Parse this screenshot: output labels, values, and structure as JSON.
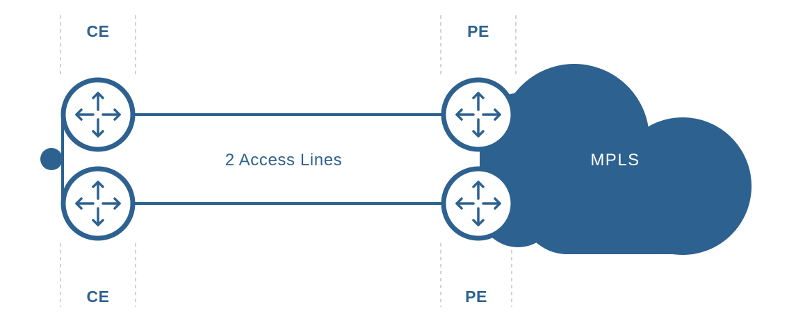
{
  "colors": {
    "primary": "#2d6190",
    "guide": "#bbbbbb",
    "background": "#ffffff",
    "cloud_text": "#ffffff"
  },
  "labels": {
    "ce_top": "CE",
    "ce_bottom": "CE",
    "pe_top": "PE",
    "pe_bottom": "PE",
    "access_lines": "2 Access Lines",
    "cloud": "MPLS"
  },
  "icons": {
    "router": "router-icon",
    "cloud": "cloud-icon",
    "connection_dot": "connection-dot-icon"
  }
}
